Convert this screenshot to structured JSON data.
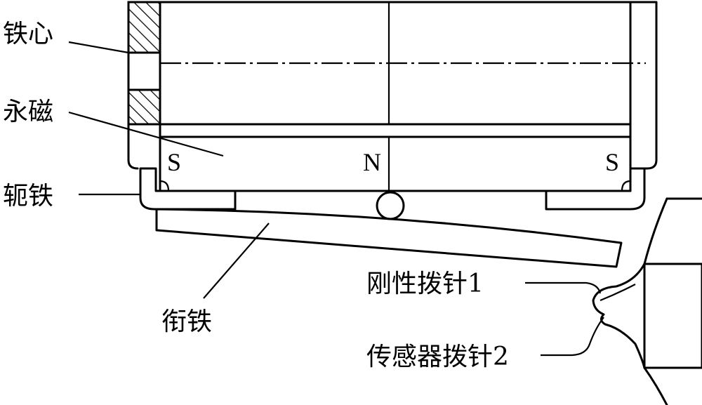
{
  "labels": {
    "iron_core": "铁心",
    "permanent_magnet": "永磁",
    "yoke": "轭铁",
    "armature": "衔铁",
    "rigid_pin": "刚性拨针1",
    "sensor_pin": "传感器拨针2"
  },
  "poles": {
    "left": "S",
    "center": "N",
    "right": "S"
  }
}
